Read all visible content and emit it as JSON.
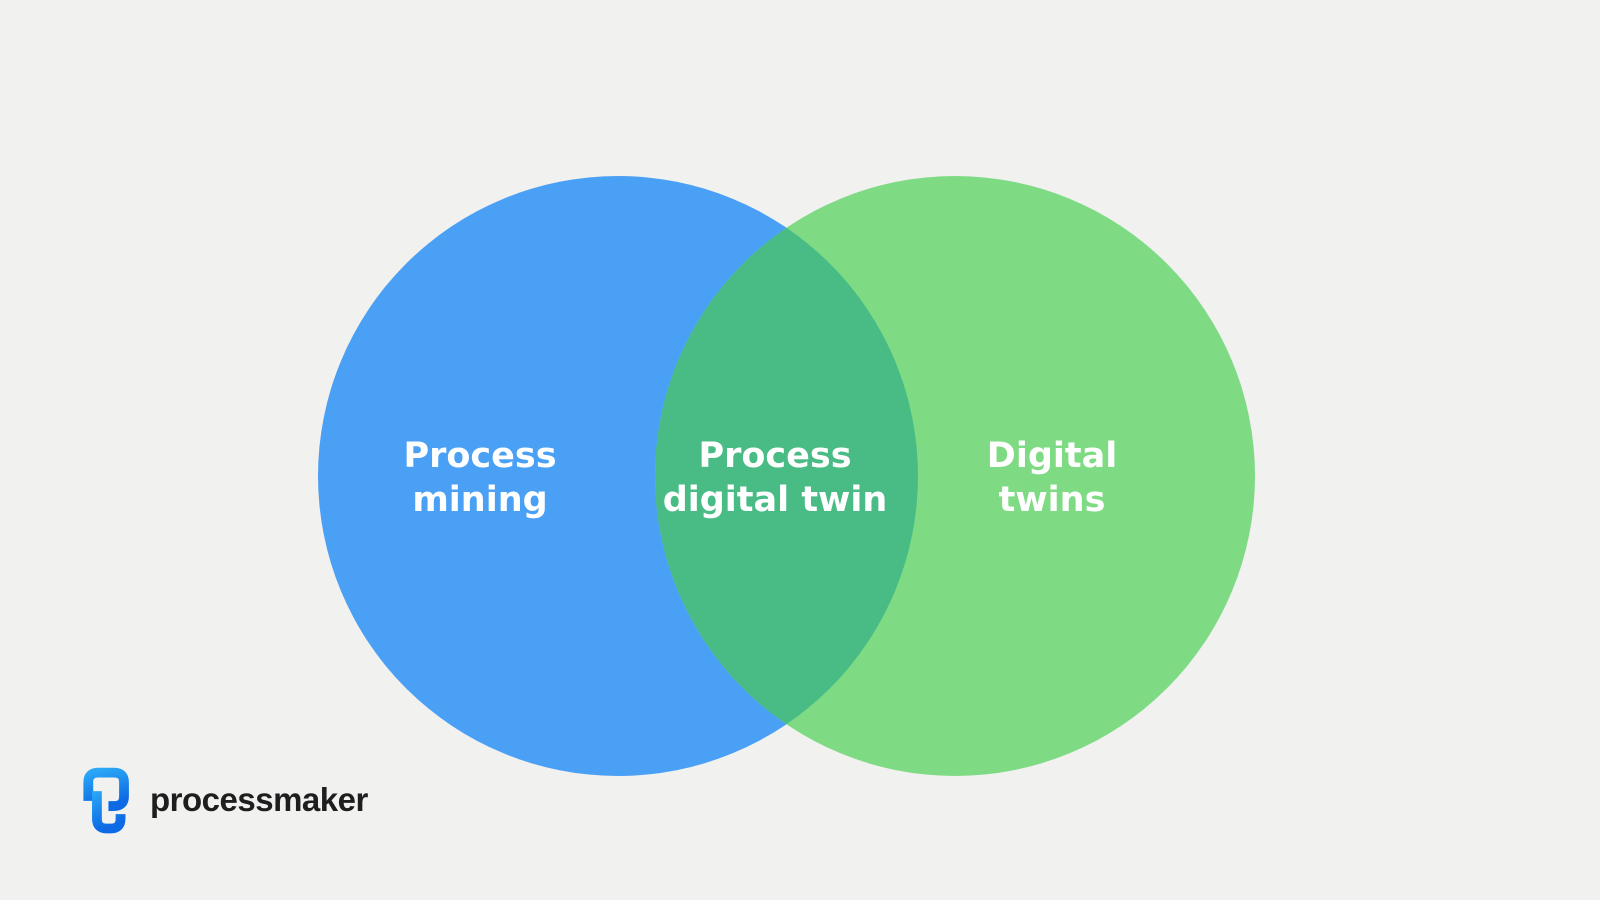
{
  "page": {
    "background_color": "#f1f1f0",
    "type": "venn-diagram-infographic"
  },
  "diagram": {
    "type": "venn",
    "label_color": "#ffffff",
    "left_circle": {
      "label": "Process mining",
      "label_lines": [
        "Process",
        "mining"
      ],
      "color": "#4aa0f5"
    },
    "right_circle": {
      "label": "Digital twins",
      "label_lines": [
        "Digital",
        "twins"
      ],
      "color": "#7edb84"
    },
    "intersection": {
      "label": "Process digital twin",
      "label_lines": [
        "Process",
        "digital twin"
      ],
      "color": "#49bc86"
    }
  },
  "branding": {
    "wordmark": "processmaker",
    "icon": "processmaker-p-icon",
    "icon_color_start": "#2aa7f5",
    "icon_color_end": "#0d6ae4",
    "wordmark_color": "#1e1e1e"
  }
}
